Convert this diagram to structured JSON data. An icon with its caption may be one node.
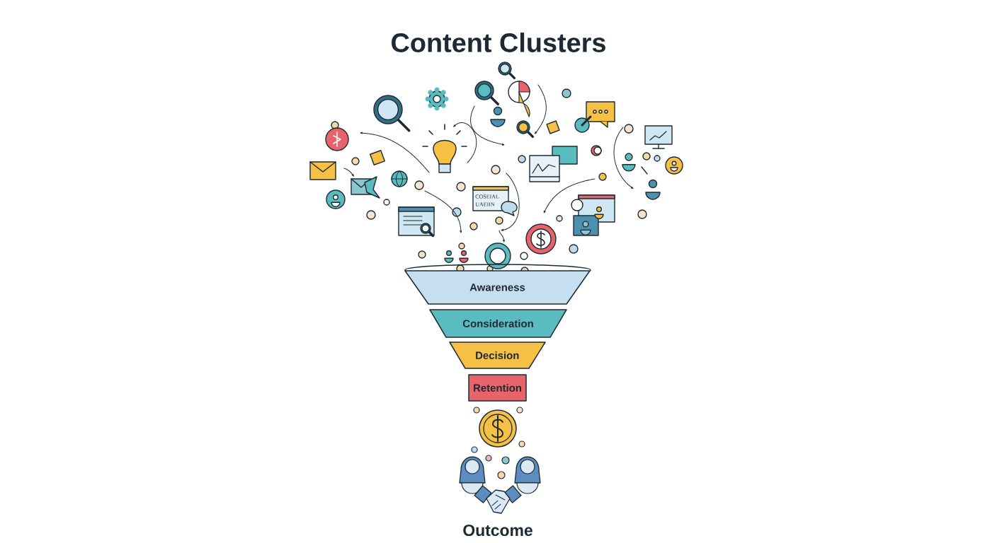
{
  "diagram": {
    "title": "Content Clusters",
    "nodes": [
      {
        "text": [
          "Awareness"
        ]
      },
      {
        "text": [
          "Consideration"
        ]
      },
      {
        "text": [
          "Decision"
        ]
      },
      {
        "text": [
          "Retention"
        ]
      }
    ],
    "labels": [
      "COSEIAL",
      "UAEIIN",
      "Outcome"
    ]
  }
}
